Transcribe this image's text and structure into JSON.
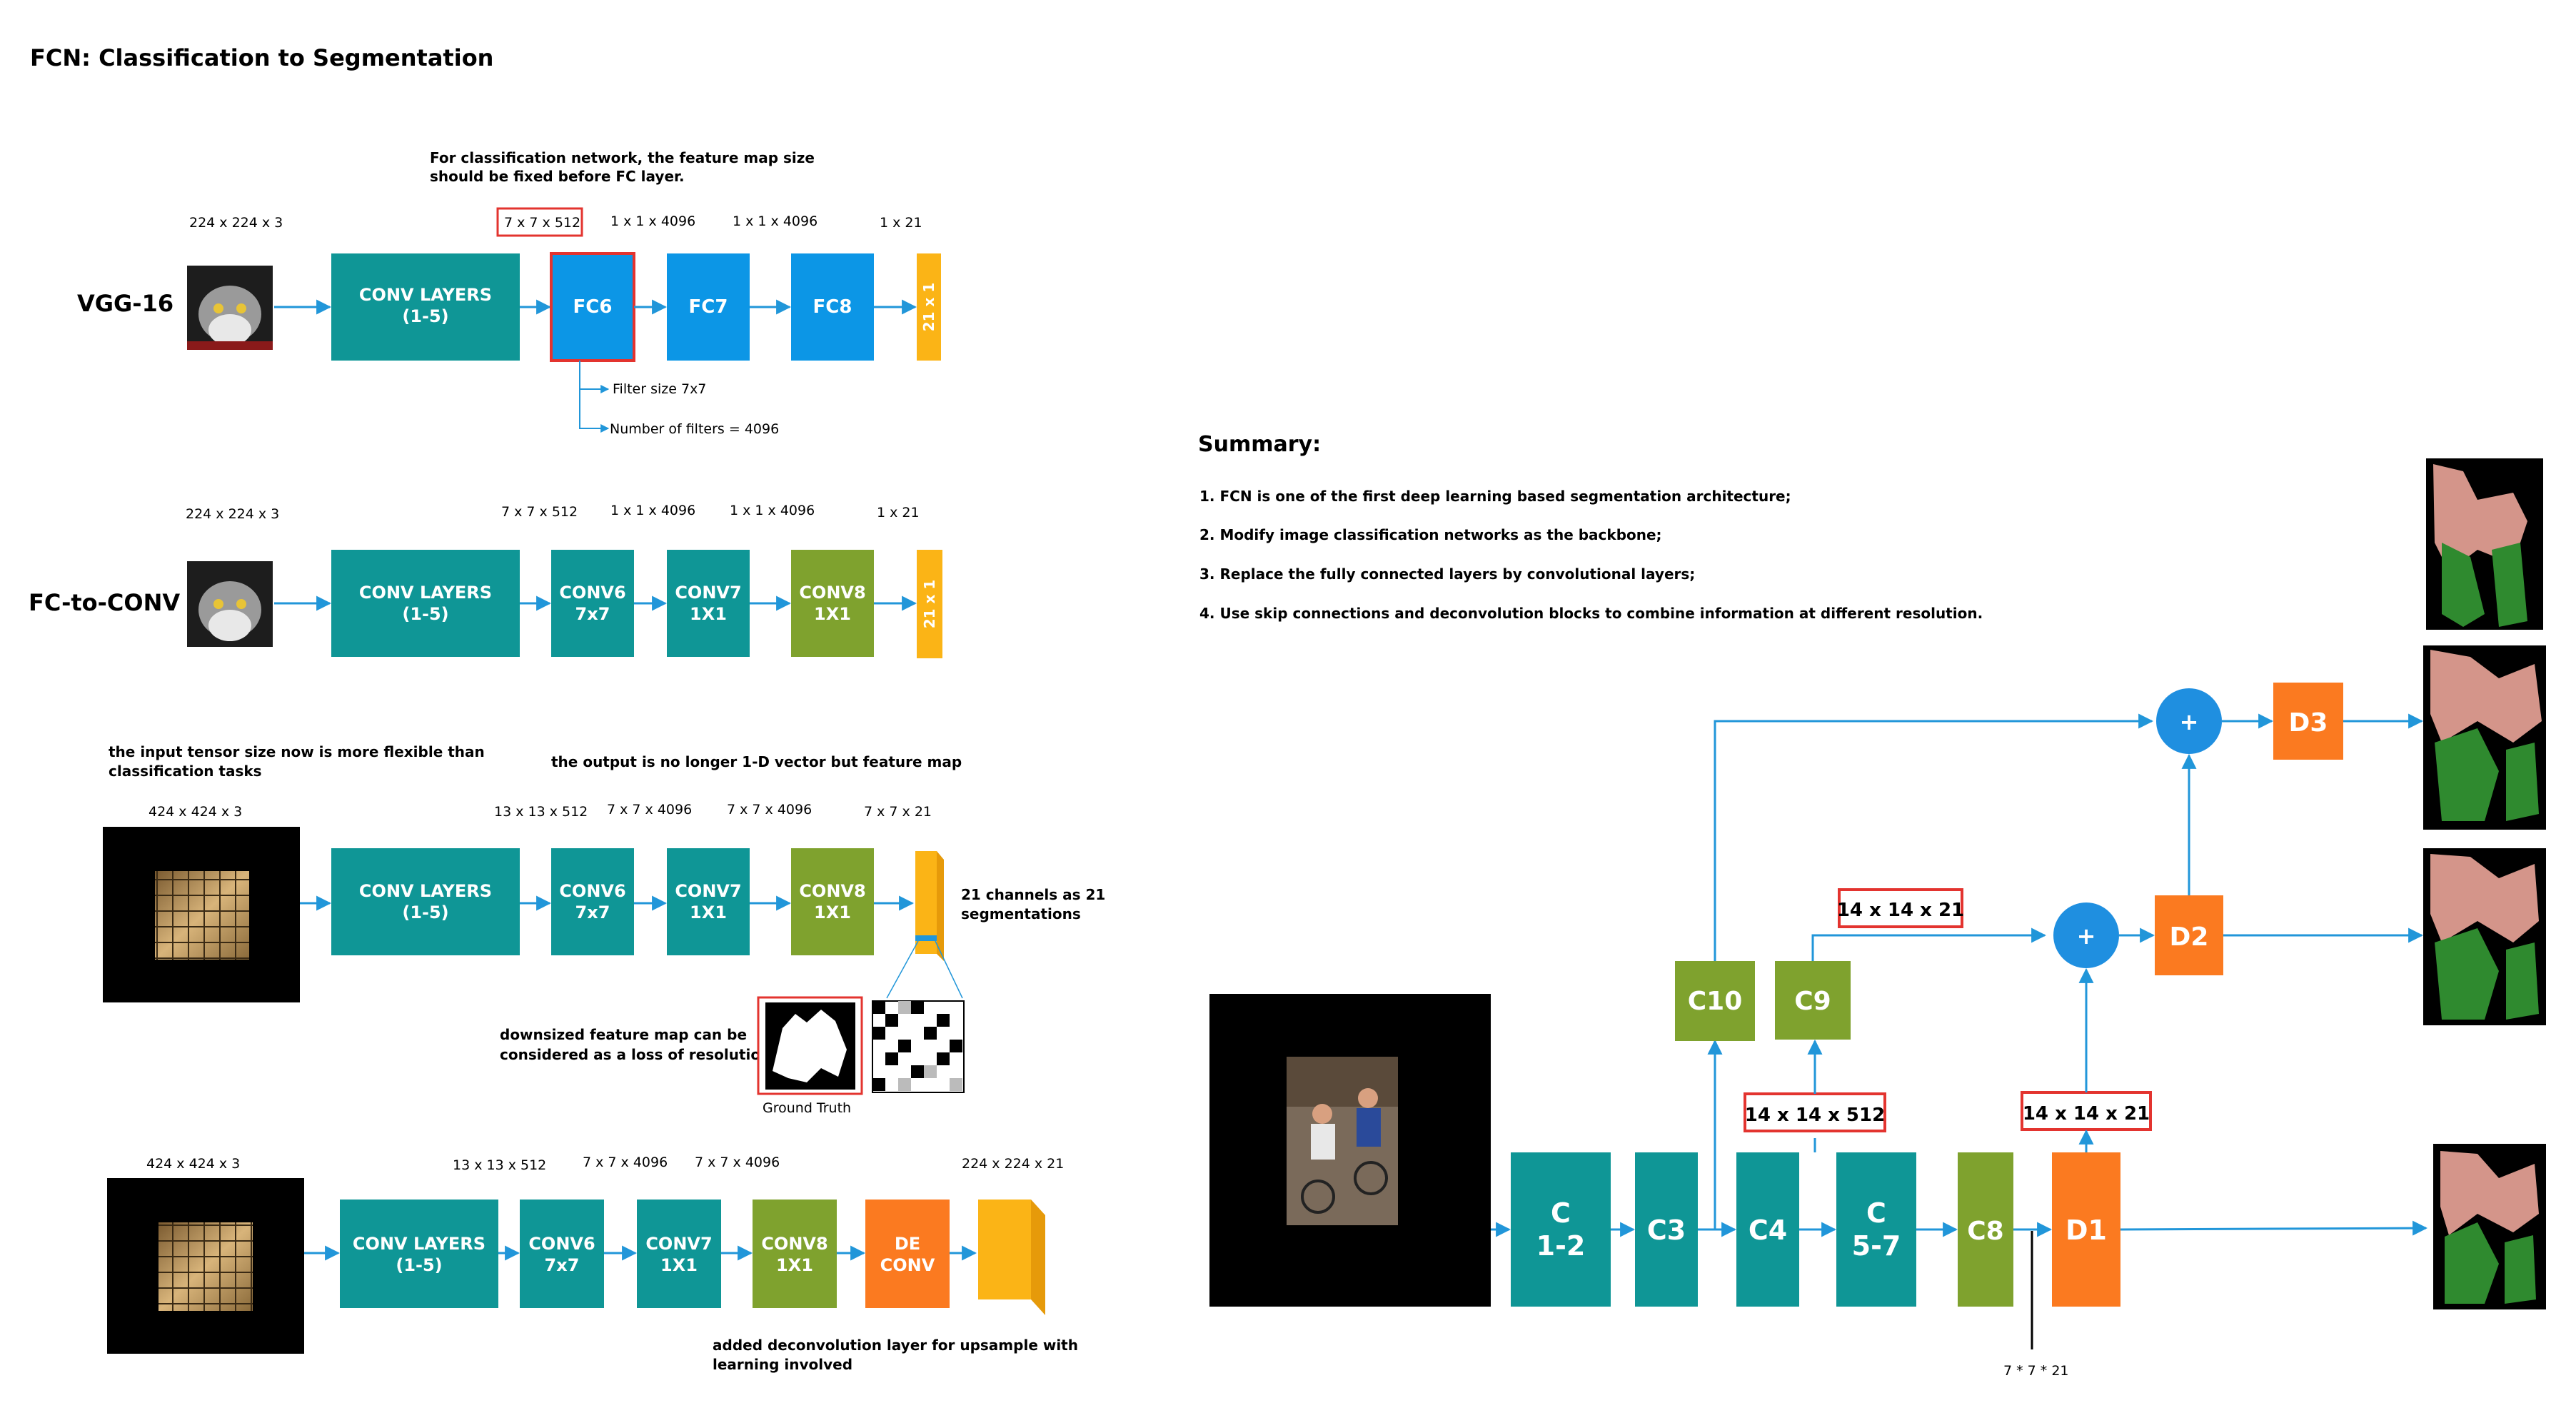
{
  "title": "FCN: Classification to Segmentation",
  "colors": {
    "teal": "#0f9696",
    "blue": "#0c96e6",
    "green": "#7fa22e",
    "yellow": "#fbb416",
    "orange": "#fb7a20",
    "arrow": "#2196d9",
    "red_outline": "#e3342f"
  },
  "row1": {
    "label": "VGG-16",
    "note": "For classification network, the feature map size should be fixed before FC layer.",
    "note_line1": "For classification network, the feature map size",
    "note_line2": "should be fixed before FC layer.",
    "sizes": [
      "224 x 224 x 3",
      "7 x 7 x 512",
      "1 x 1 x 4096",
      "1 x 1 x 4096",
      "1 x 21"
    ],
    "blocks": [
      "CONV LAYERS",
      "(1-5)",
      "FC6",
      "FC7",
      "FC8"
    ],
    "output": "21 x 1",
    "filter_size": "Filter size 7x7",
    "filter_count": "Number of filters = 4096"
  },
  "row2": {
    "label": "FC-to-CONV",
    "sizes": [
      "224 x 224 x 3",
      "7 x 7 x 512",
      "1 x 1 x 4096",
      "1 x 1 x 4096",
      "1 x 21"
    ],
    "blocks": [
      "CONV LAYERS",
      "(1-5)",
      "CONV6",
      "7x7",
      "CONV7",
      "1X1",
      "CONV8",
      "1X1"
    ],
    "output": "21 x 1"
  },
  "row3": {
    "note_left_1": "the input tensor size now is more flexible than",
    "note_left_2": "classification tasks",
    "note_right": "the output is no longer 1-D vector but feature map",
    "sizes": [
      "424 x 424 x 3",
      "13 x 13 x 512",
      "7 x 7 x 4096",
      "7 x 7 x 4096",
      "7 x 7 x 21"
    ],
    "blocks": [
      "CONV LAYERS",
      "(1-5)",
      "CONV6",
      "7x7",
      "CONV7",
      "1X1",
      "CONV8",
      "1X1"
    ],
    "channels_1": "21 channels as 21",
    "channels_2": "segmentations",
    "downsized_1": "downsized feature map can be",
    "downsized_2": "considered as a loss of resolution",
    "ground_truth": "Ground Truth"
  },
  "row4": {
    "sizes": [
      "424 x 424 x 3",
      "13 x 13 x 512",
      "7 x 7 x 4096",
      "7 x 7 x 4096",
      "224 x 224 x 21"
    ],
    "blocks": [
      "CONV LAYERS",
      "(1-5)",
      "CONV6",
      "7x7",
      "CONV7",
      "1X1",
      "CONV8",
      "1X1",
      "DE",
      "CONV"
    ],
    "note_1": "added deconvolution layer for upsample with",
    "note_2": "learning involved"
  },
  "summary": {
    "heading": "Summary:",
    "items": [
      "1. FCN is one of the first deep learning based segmentation architecture;",
      "2. Modify image classification networks as the backbone;",
      "3. Replace the fully connected layers by convolutional layers;",
      "4. Use skip connections and deconvolution blocks to combine information at different resolution."
    ]
  },
  "fcn": {
    "blocks": {
      "c12_a": "C",
      "c12_b": "1-2",
      "c3": "C3",
      "c4": "C4",
      "c57_a": "C",
      "c57_b": "5-7",
      "c8": "C8",
      "c9": "C9",
      "c10": "C10",
      "d1": "D1",
      "d2": "D2",
      "d3": "D3"
    },
    "plus": "+",
    "dims": [
      "14 x 14 x 21",
      "14 x 14 x 512",
      "14 x 14 x 21"
    ],
    "bottom": "7 * 7 * 21"
  }
}
